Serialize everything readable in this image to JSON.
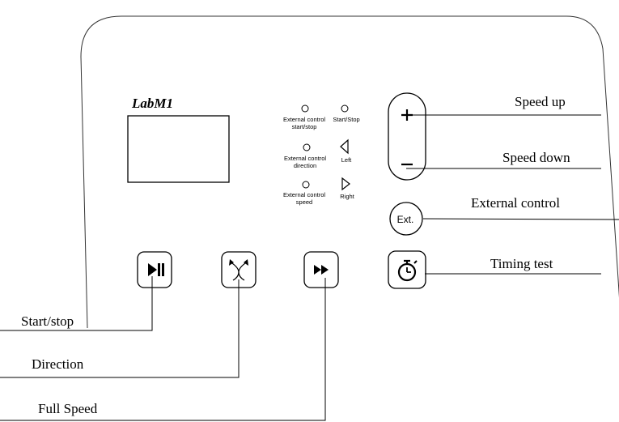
{
  "brand": "LabM1",
  "indicators": {
    "ext_start_stop_line1": "External control",
    "ext_start_stop_line2": "start/stop",
    "start_stop": "Start/Stop",
    "ext_direction_line1": "External control",
    "ext_direction_line2": "direction",
    "left": "Left",
    "ext_speed_line1": "External control",
    "ext_speed_line2": "speed",
    "right": "Right"
  },
  "buttons": {
    "ext_label": "Ext."
  },
  "callouts": {
    "speed_up": "Speed up",
    "speed_down": "Speed down",
    "external_control": "External control",
    "timing_test": "Timing test",
    "start_stop": "Start/stop",
    "direction": "Direction",
    "full_speed": "Full Speed"
  }
}
